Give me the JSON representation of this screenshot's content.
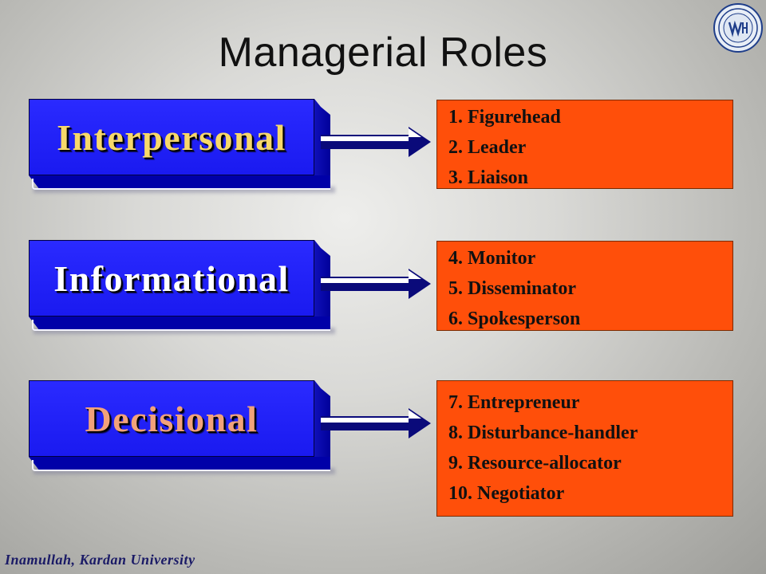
{
  "slide": {
    "title": "Managerial Roles",
    "footer": "Inamullah, Kardan University",
    "colors": {
      "category_box": "#1a1af0",
      "role_box": "#ff4f0a",
      "arrow": "#0a0a7a"
    }
  },
  "categories": [
    {
      "label": "Interpersonal",
      "label_color": "#f7d86a",
      "roles": [
        "1. Figurehead",
        "2. Leader",
        "3. Liaison"
      ]
    },
    {
      "label": "Informational",
      "label_color": "#ffffff",
      "roles": [
        "4. Monitor",
        "5. Disseminator",
        "6. Spokesperson"
      ]
    },
    {
      "label": "Decisional",
      "label_color": "#f2a27a",
      "roles": [
        "7. Entrepreneur",
        "8. Disturbance-handler",
        "9. Resource-allocator",
        "10. Negotiator"
      ]
    }
  ],
  "logo": {
    "icon": "university-seal-icon"
  }
}
